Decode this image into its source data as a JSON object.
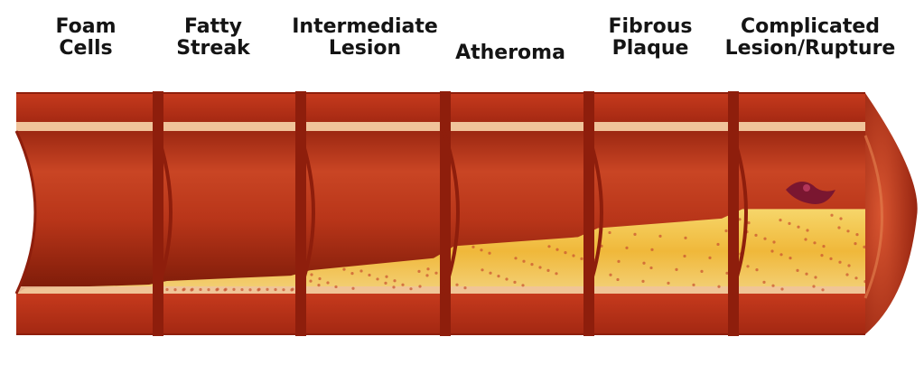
{
  "stages": [
    {
      "line1": "Foam",
      "line2": "Cells"
    },
    {
      "line1": "Fatty",
      "line2": "Streak"
    },
    {
      "line1": "Intermediate",
      "line2": "Lesion"
    },
    {
      "line1": "Atheroma",
      "line2": ""
    },
    {
      "line1": "Fibrous",
      "line2": "Plaque"
    },
    {
      "line1": "Complicated",
      "line2": "Lesion/Rupture"
    }
  ],
  "plaque_fraction": [
    0.05,
    0.12,
    0.22,
    0.45,
    0.62,
    0.8
  ],
  "colors": {
    "wall": "#c0331a",
    "wall_dark": "#8e1e0c",
    "wall_light": "#d4532e",
    "lumen": "#b7351b",
    "intima": "#f0c39a",
    "plaque_fat": "#f0c443",
    "plaque_light": "#f7e08a",
    "plaque_dots": "#c8502f"
  }
}
